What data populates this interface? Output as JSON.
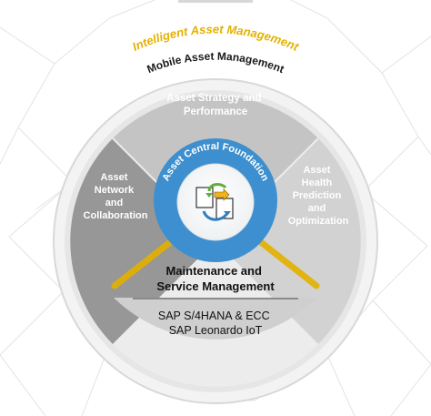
{
  "outer_ring_label": "Intelligent Asset Management",
  "mobile_ring_label": "Mobile Asset Management",
  "segments": {
    "top": {
      "lines": [
        "Asset Strategy and",
        "Performance"
      ]
    },
    "left": {
      "lines": [
        "Asset",
        "Network",
        "and",
        "Collaboration"
      ]
    },
    "right": {
      "lines": [
        "Asset",
        "Health",
        "Prediction",
        "and",
        "Optimization"
      ]
    },
    "bottom": {
      "lines": [
        "Maintenance and",
        "Service Management"
      ]
    }
  },
  "center_ring_label": "Asset Central Foundation",
  "center_icon": "data-sync-documents-icon",
  "platform": {
    "lines": [
      "SAP S/4HANA & ECC",
      "SAP Leonardo IoT"
    ]
  },
  "colors": {
    "gold": "#e3b100",
    "blue_ring": "#3d8fcf",
    "segment_gray": "#8f8f8f",
    "segment_light": "#cfcfcf",
    "platform_bg": "#cdcdcd",
    "network_lines": "#e1e1e1"
  }
}
